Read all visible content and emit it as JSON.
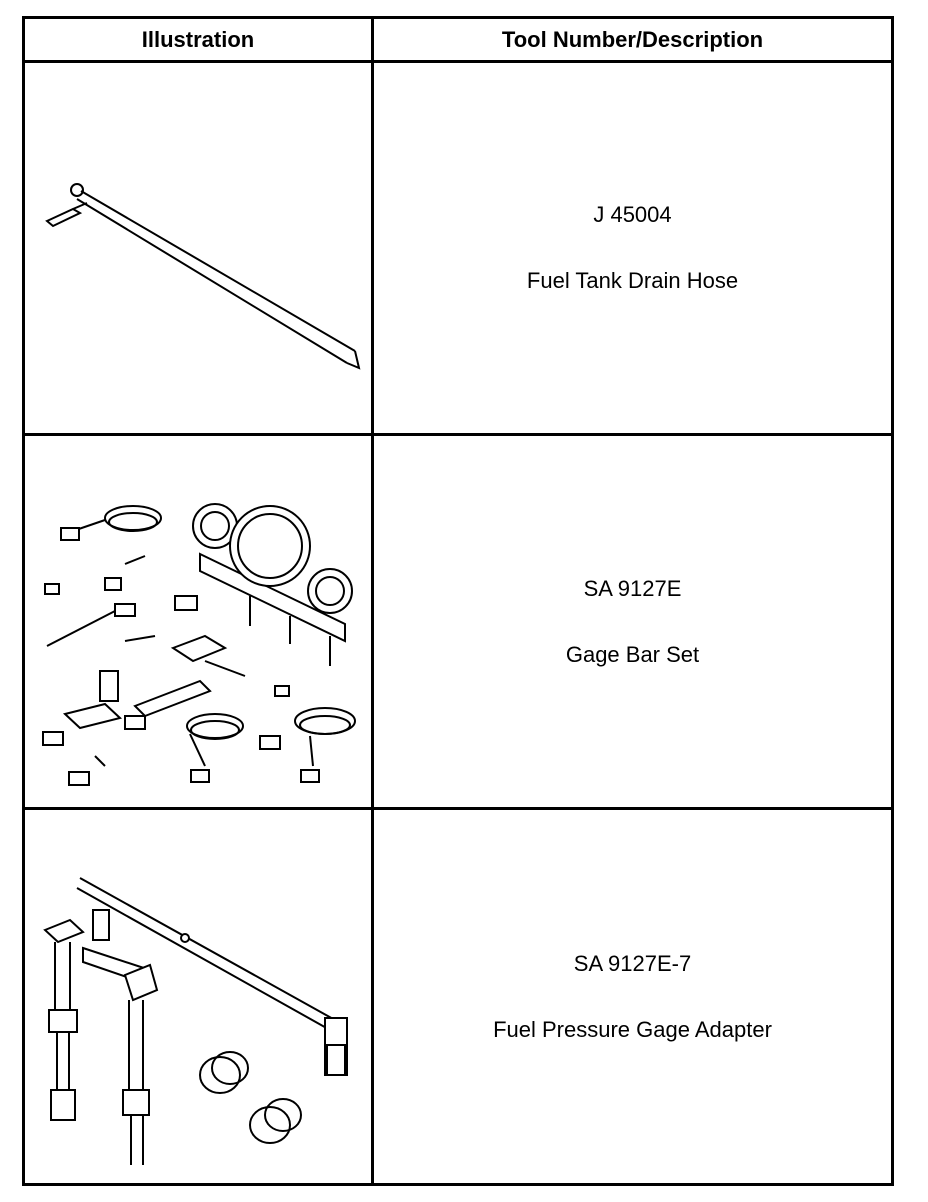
{
  "table": {
    "headers": {
      "illustration": "Illustration",
      "tool": "Tool Number/Description"
    },
    "rows": [
      {
        "number": "J 45004",
        "description": "Fuel Tank Drain Hose",
        "illustration_icon": "drain-hose-icon"
      },
      {
        "number": "SA 9127E",
        "description": "Gage Bar Set",
        "illustration_icon": "gage-bar-set-icon"
      },
      {
        "number": "SA 9127E-7",
        "description": "Fuel Pressure Gage Adapter",
        "illustration_icon": "fuel-pressure-adapter-icon"
      }
    ]
  }
}
